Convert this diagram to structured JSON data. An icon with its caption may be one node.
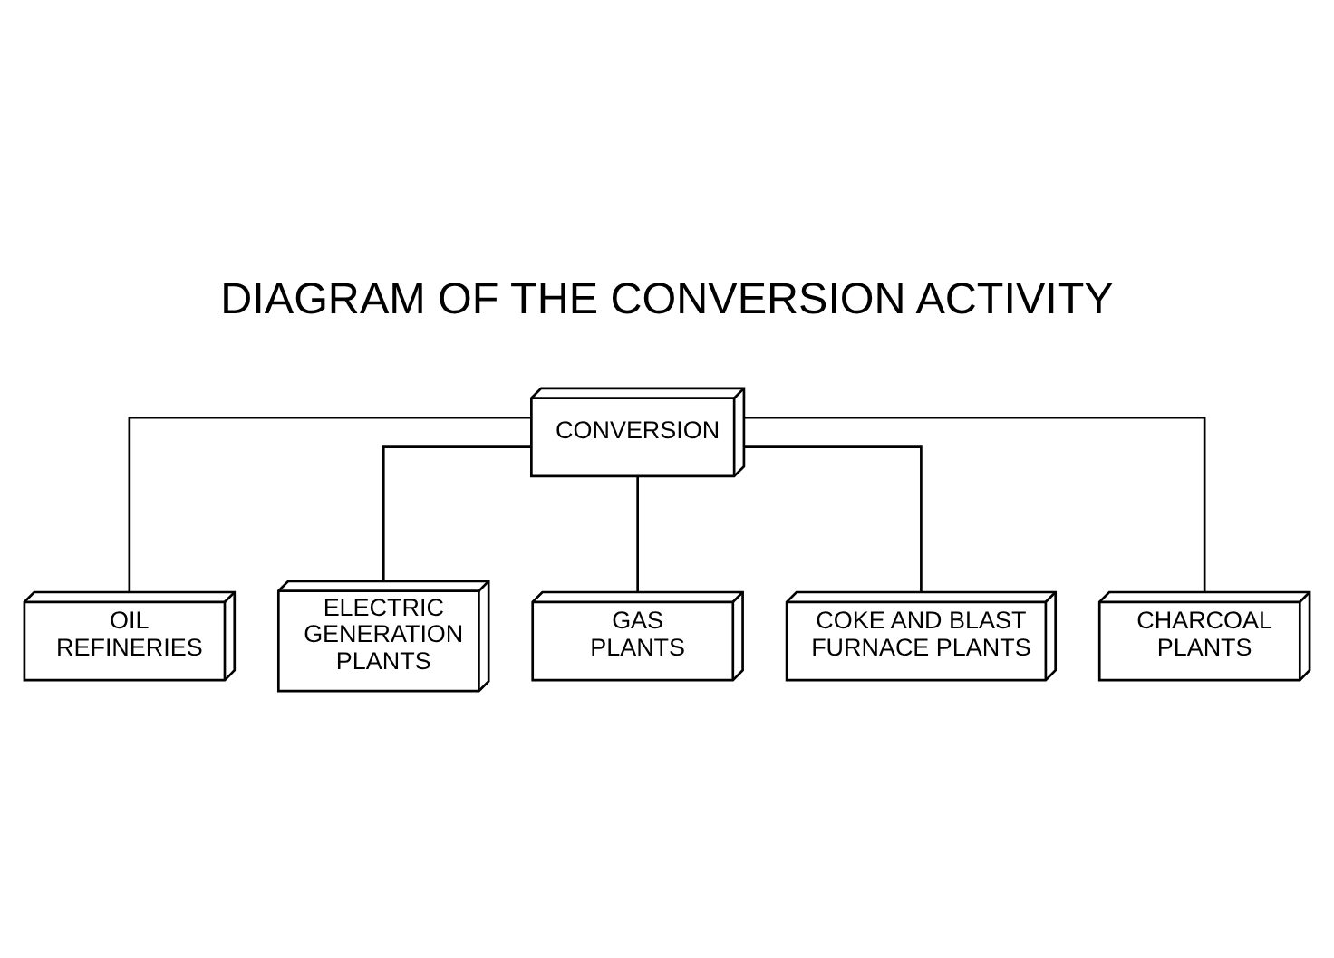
{
  "diagram": {
    "title": "DIAGRAM OF THE CONVERSION ACTIVITY",
    "nodes": [
      {
        "text": [
          "CONVERSION"
        ]
      },
      {
        "text": [
          "OIL REFINERIES"
        ]
      },
      {
        "text": [
          "ELECTRIC GENERATION PLANTS"
        ]
      },
      {
        "text": [
          "GAS PLANTS"
        ]
      },
      {
        "text": [
          "COKE AND BLAST FURNACE PLANTS"
        ]
      },
      {
        "text": [
          "CHARCOAL PLANTS"
        ]
      }
    ],
    "edges": [
      {
        "from": 0,
        "to": 1,
        "arrow": "none"
      },
      {
        "from": 0,
        "to": 2,
        "arrow": "none"
      },
      {
        "from": 0,
        "to": 3,
        "arrow": "none"
      },
      {
        "from": 0,
        "to": 4,
        "arrow": "none"
      },
      {
        "from": 0,
        "to": 5,
        "arrow": "none"
      }
    ]
  }
}
